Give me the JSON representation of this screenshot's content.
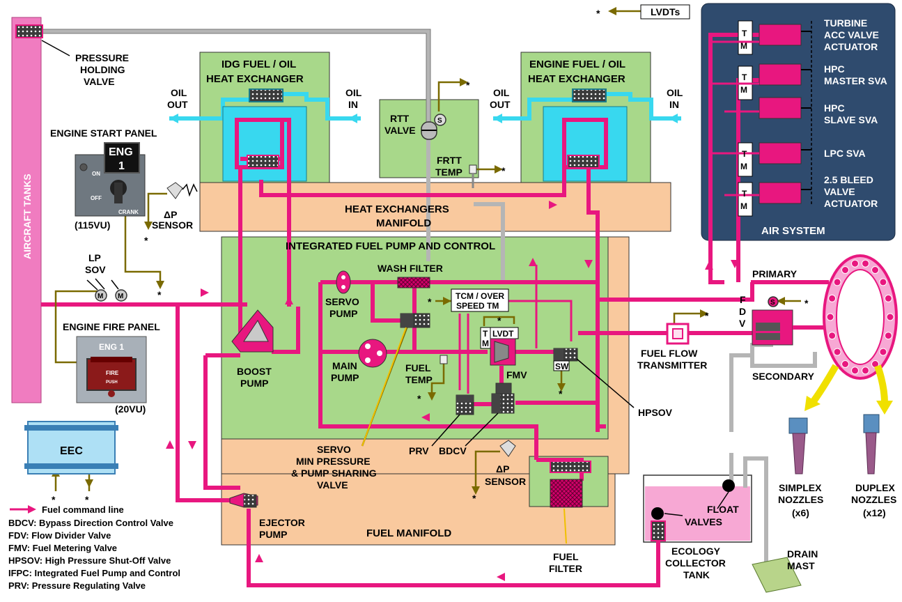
{
  "colors": {
    "fuel_line": "#e8177f",
    "oil_line": "#38d8ef",
    "signal_line": "#7a6a00",
    "heat_exchanger_box": "#a8d88a",
    "manifold": "#f9c99e",
    "air_system": "#2f4b6e",
    "aircraft_tanks": "#f07cc0",
    "gray_line": "#b5b5b5"
  },
  "labels": {
    "aircraft_tanks": "AIRCRAFT TANKS",
    "pressure_holding_valve": [
      "PRESSURE",
      "HOLDING",
      "VALVE"
    ],
    "engine_start_panel": "ENGINE START PANEL",
    "eng_switch": [
      "ENG",
      "1"
    ],
    "switch_on": "ON",
    "switch_off": "OFF",
    "switch_crank": "CRANK",
    "panel_115vu": "(115VU)",
    "dp_sensor_top": [
      "ΔP",
      "SENSOR"
    ],
    "lp_sov": [
      "LP",
      "SOV"
    ],
    "valve_m": "M",
    "engine_fire_panel": "ENGINE FIRE PANEL",
    "fire_panel_eng": "ENG 1",
    "fire_button": "FIRE",
    "fire_push": "PUSH",
    "panel_20vu": "(20VU)",
    "eec": "EEC",
    "idg_hx": [
      "IDG FUEL / OIL",
      "HEAT EXCHANGER"
    ],
    "engine_hx": [
      "ENGINE FUEL / OIL",
      "HEAT EXCHANGER"
    ],
    "oil_out": [
      "OIL",
      "OUT"
    ],
    "oil_in": [
      "OIL",
      "IN"
    ],
    "rtt_valve": [
      "RTT",
      "VALVE"
    ],
    "valve_s": "S",
    "frtt_temp": [
      "FRTT",
      "TEMP"
    ],
    "hx_manifold": [
      "HEAT EXCHANGERS",
      "MANIFOLD"
    ],
    "ifpc": "INTEGRATED FUEL PUMP AND CONTROL",
    "wash_filter": "WASH FILTER",
    "servo_pump": [
      "SERVO",
      "PUMP"
    ],
    "tcm": [
      "TCM / OVER",
      "SPEED TM"
    ],
    "tm": [
      "T",
      "M"
    ],
    "lvdt": "LVDT",
    "main_pump": [
      "MAIN",
      "PUMP"
    ],
    "fuel_temp": [
      "FUEL",
      "TEMP"
    ],
    "fmv": "FMV",
    "sw": "SW",
    "boost_pump": [
      "BOOST",
      "PUMP"
    ],
    "servo_valve": [
      "SERVO",
      "MIN PRESSURE",
      "& PUMP SHARING",
      "VALVE"
    ],
    "prv": "PRV",
    "bdcv": "BDCV",
    "dp_sensor_bottom": [
      "ΔP",
      "SENSOR"
    ],
    "hpsov": "HPSOV",
    "ejector_pump": [
      "EJECTOR",
      "PUMP"
    ],
    "fuel_manifold": "FUEL MANIFOLD",
    "fuel_filter": [
      "FUEL",
      "FILTER"
    ],
    "lvdts": "LVDTs",
    "asterisk": "*",
    "air_system": "AIR SYSTEM",
    "turbine_acc": [
      "TURBINE",
      "ACC VALVE",
      "ACTUATOR"
    ],
    "hpc_master": [
      "HPC",
      "MASTER SVA"
    ],
    "hpc_slave": [
      "HPC",
      "SLAVE SVA"
    ],
    "lpc_sva": "LPC SVA",
    "bleed_valve": [
      "2.5 BLEED",
      "VALVE",
      "ACTUATOR"
    ],
    "primary": "PRIMARY",
    "secondary": "SECONDARY",
    "fdv": [
      "F",
      "D",
      "V"
    ],
    "fuel_flow_tx": [
      "FUEL FLOW",
      "TRANSMITTER"
    ],
    "simplex": [
      "SIMPLEX",
      "NOZZLES",
      "(x6)"
    ],
    "duplex": [
      "DUPLEX",
      "NOZZLES",
      "(x12)"
    ],
    "float_valves": [
      "FLOAT",
      "VALVES"
    ],
    "ecology_tank": [
      "ECOLOGY",
      "COLLECTOR",
      "TANK"
    ],
    "drain_mast": [
      "DRAIN",
      "MAST"
    ]
  },
  "legend": {
    "fuel_command_line": "Fuel command line",
    "items": [
      "BDCV: Bypass Direction Control Valve",
      "FDV: Flow Divider Valve",
      "FMV: Fuel Metering Valve",
      "HPSOV: High Pressure Shut-Off Valve",
      "IFPC: Integrated Fuel Pump and Control",
      "PRV: Pressure Regulating Valve"
    ]
  }
}
